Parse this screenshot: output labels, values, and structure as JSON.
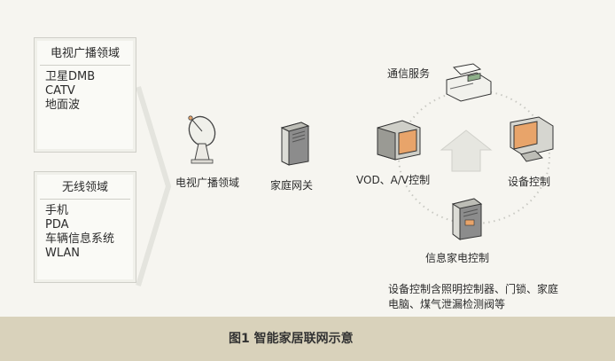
{
  "panels": {
    "broadcast": {
      "title": "电视广播领域",
      "items": [
        "卫星DMB",
        "CATV",
        "地面波"
      ]
    },
    "wireless": {
      "title": "无线领域",
      "items": [
        "手机",
        "PDA",
        "车辆信息系统",
        "WLAN"
      ]
    }
  },
  "nodes": {
    "dish": "电视广播领域",
    "gateway": "家庭网关",
    "vod": "VOD、A/V控制",
    "comm": "通信服务",
    "device": "设备控制",
    "appliance": "信息家电控制"
  },
  "note": [
    "设备控制含照明控制器、门锁、家庭",
    "电脑、煤气泄漏检测阀等"
  ],
  "caption": "图1   智能家居联网示意",
  "colors": {
    "background": "#f6f5f0",
    "footer": "#d9d2bb",
    "accent_orange": "#e8a46a",
    "arrow": "#e2e2dc"
  },
  "icons": {
    "dish": "satellite-dish-icon",
    "gateway": "server-tower-icon",
    "vod": "crt-monitor-icon",
    "comm": "fax-machine-icon",
    "device": "pc-monitor-icon",
    "appliance": "appliance-tower-icon",
    "home": "house-arrow-icon"
  }
}
